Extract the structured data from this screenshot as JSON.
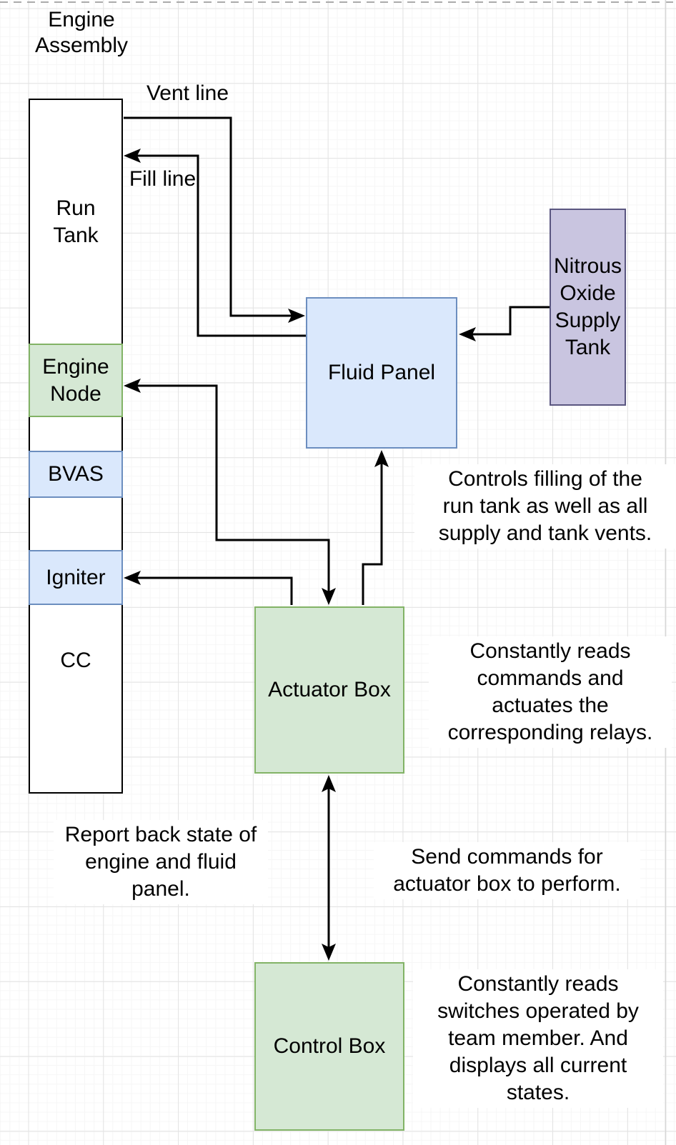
{
  "diagram": {
    "title": "Engine\nAssembly",
    "nodes": {
      "run_tank": {
        "label": "Run\nTank"
      },
      "engine_node": {
        "label": "Engine\nNode"
      },
      "bvas": {
        "label": "BVAS"
      },
      "igniter": {
        "label": "Igniter"
      },
      "cc": {
        "label": "CC"
      },
      "fluid_panel": {
        "label": "Fluid Panel"
      },
      "nitrous_tank": {
        "label": "Nitrous\nOxide\nSupply\nTank"
      },
      "actuator_box": {
        "label": "Actuator Box"
      },
      "control_box": {
        "label": "Control Box"
      }
    },
    "edge_labels": {
      "vent_line": "Vent line",
      "fill_line": "Fill line"
    },
    "annotations": {
      "fluid_panel_note": "Controls filling of the\nrun tank as well as all\nsupply and tank vents.",
      "actuator_note": "Constantly reads\ncommands and\nactuates the\ncorresponding relays.",
      "report_note": "Report back state of\nengine and fluid\npanel.",
      "send_note": "Send commands for\nactuator box to perform.",
      "control_note": "Constantly reads\nswitches operated by\nteam member. And\ndisplays all current\nstates."
    },
    "colors": {
      "green_fill": "#d5e8d4",
      "green_border": "#82b366",
      "blue_fill": "#dae8fc",
      "blue_border": "#6c8ebf",
      "purple_fill": "#c9c5e0",
      "purple_border": "#5a5680",
      "tank_fill": "#ffffff",
      "tank_border": "#000000",
      "edge_color": "#000000",
      "grid_major": "#e3e3e3",
      "grid_minor": "#f6f6f6"
    }
  }
}
